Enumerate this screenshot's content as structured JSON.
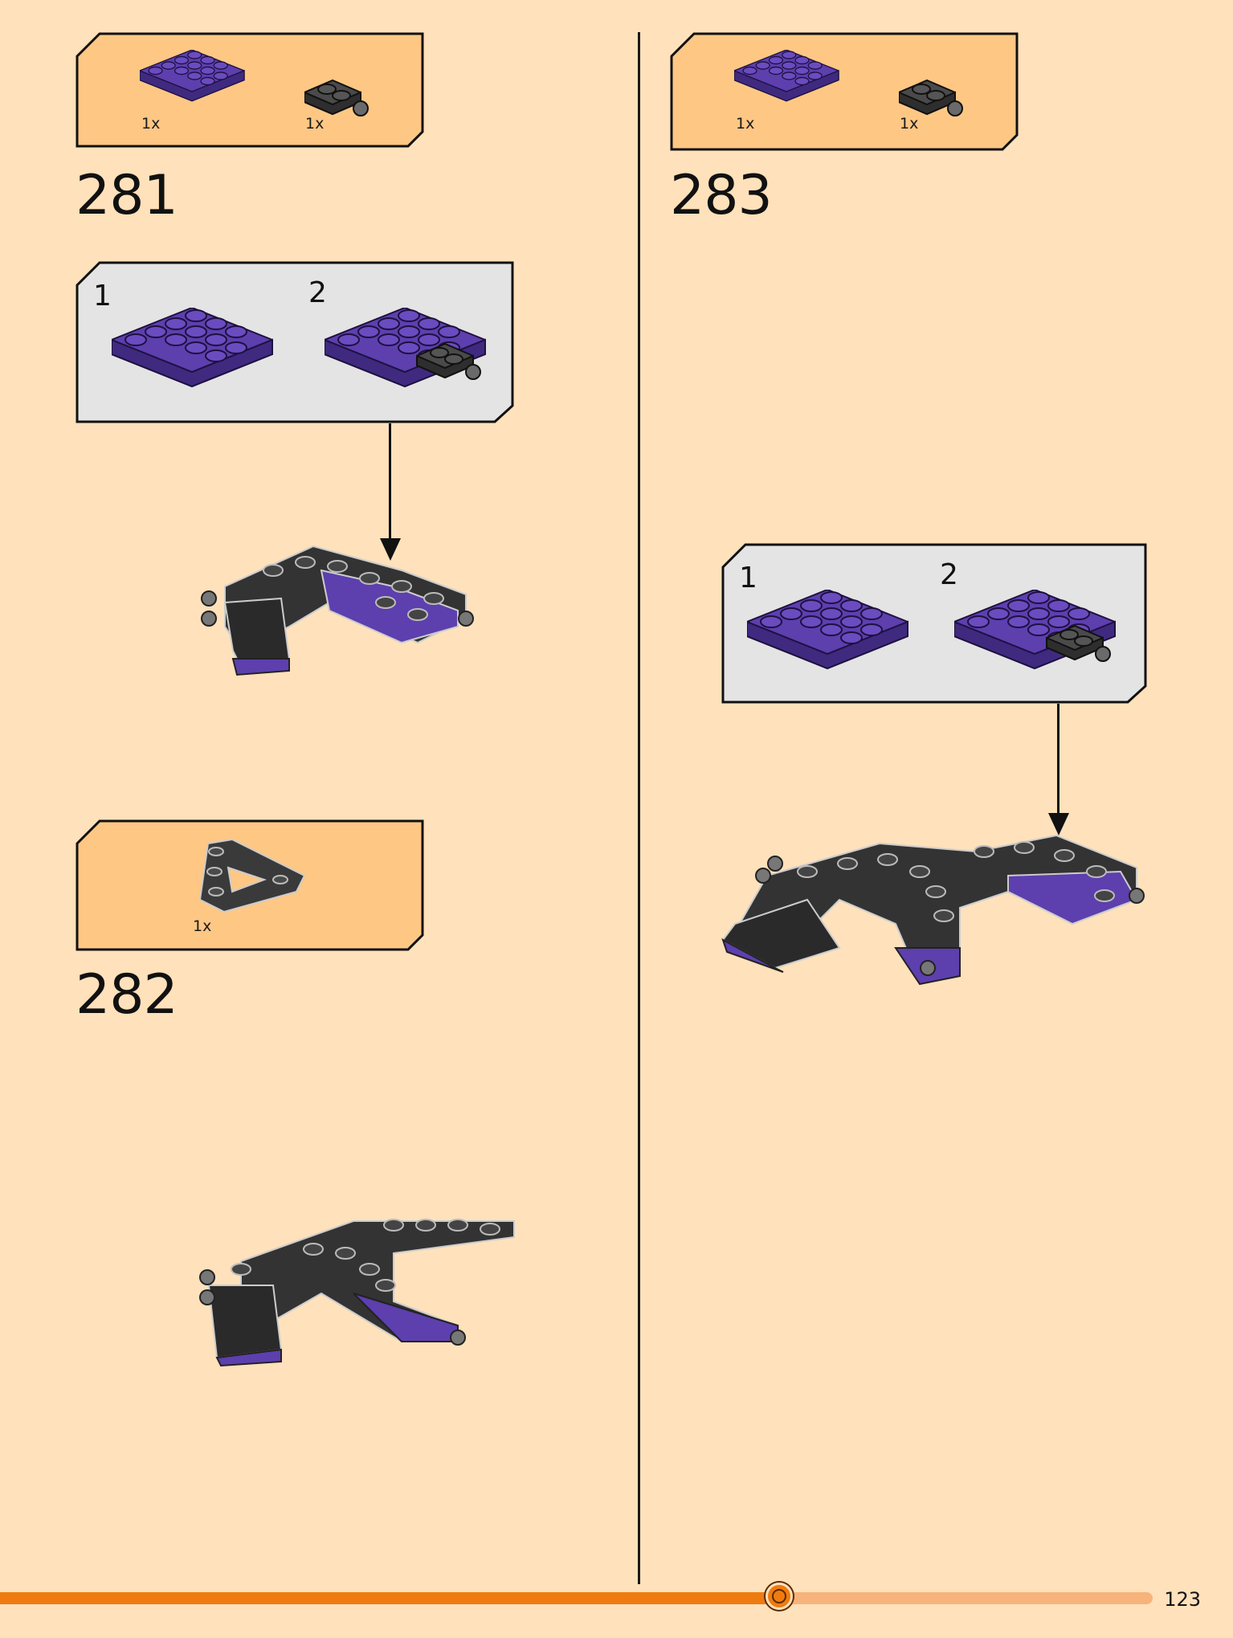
{
  "colors": {
    "page_bg": "#ffe1bb",
    "parts_box": "#fec784",
    "sub_box": "#e4e4e4",
    "purple": "#5d3fae",
    "dark_gray": "#3a3a3a",
    "progress": "#ef7b10",
    "progress_track": "#f7b37b"
  },
  "steps": [
    {
      "number": "281",
      "parts": [
        {
          "name": "purple-plate-2x4",
          "qty": "1x"
        },
        {
          "name": "dark-gray-clip-plate",
          "qty": "1x"
        }
      ],
      "subassembly": [
        {
          "label": "1"
        },
        {
          "label": "2"
        }
      ]
    },
    {
      "number": "282",
      "parts": [
        {
          "name": "dark-gray-wedge-plate",
          "qty": "1x"
        }
      ]
    },
    {
      "number": "283",
      "parts": [
        {
          "name": "purple-plate-2x4",
          "qty": "1x"
        },
        {
          "name": "dark-gray-clip-plate",
          "qty": "1x"
        }
      ],
      "subassembly": [
        {
          "label": "1"
        },
        {
          "label": "2"
        }
      ]
    }
  ],
  "progress": {
    "fraction": 0.676
  },
  "page_number": "123"
}
